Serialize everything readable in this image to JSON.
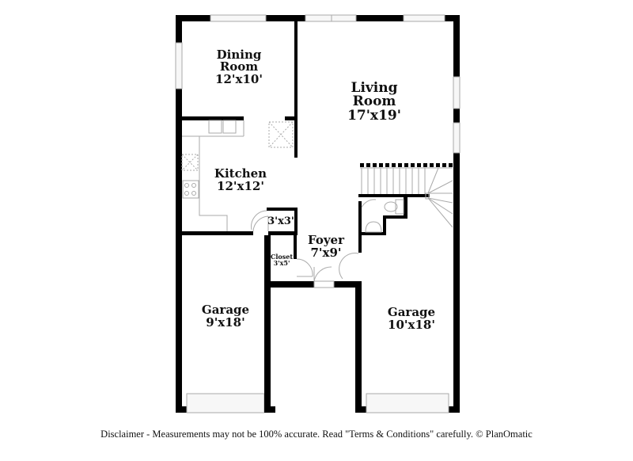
{
  "floorplan": {
    "rooms": [
      {
        "id": "dining-room",
        "name": "Dining Room",
        "name_line1": "Dining",
        "name_line2": "Room",
        "dimensions": "12'x10'"
      },
      {
        "id": "living-room",
        "name": "Living Room",
        "name_line1": "Living",
        "name_line2": "Room",
        "dimensions": "17'x19'"
      },
      {
        "id": "kitchen",
        "name": "Kitchen",
        "dimensions": "12'x12'"
      },
      {
        "id": "pantry",
        "name": "",
        "dimensions": "3'x3'"
      },
      {
        "id": "foyer",
        "name": "Foyer",
        "dimensions": "7'x9'"
      },
      {
        "id": "closet",
        "name": "Closet",
        "dimensions": "3'x5'"
      },
      {
        "id": "garage-left",
        "name": "Garage",
        "dimensions": "9'x18'"
      },
      {
        "id": "garage-right",
        "name": "Garage",
        "dimensions": "10'x18'"
      }
    ],
    "colors": {
      "wall": "#000000",
      "fixture_line": "#aaaaaa",
      "window_fill": "#f4f4f4",
      "background": "#ffffff"
    }
  },
  "footer": {
    "disclaimer": "Disclaimer - Measurements may not be 100% accurate. Read \"Terms & Conditions\" carefully. © PlanOmatic"
  }
}
